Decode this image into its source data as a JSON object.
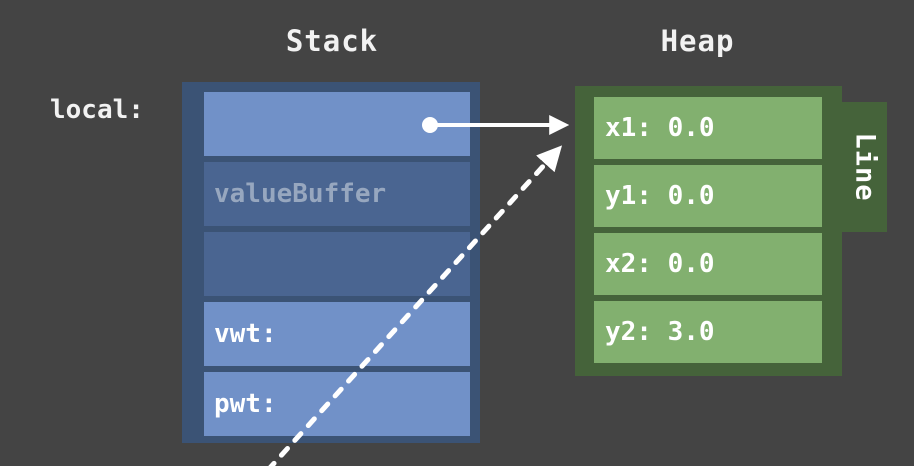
{
  "background_color": "#444444",
  "stack": {
    "title": "Stack",
    "label": "local:",
    "border_color": "#3b5375",
    "slot_active_color": "#7191c8",
    "slot_inactive_color": "#4a6591",
    "rows": [
      {
        "label": "",
        "state": "active"
      },
      {
        "label": "valueBuffer",
        "state": "inactive"
      },
      {
        "label": "",
        "state": "inactive"
      },
      {
        "label": "vwt:",
        "state": "active"
      },
      {
        "label": "pwt:",
        "state": "active"
      }
    ]
  },
  "heap": {
    "title": "Heap",
    "border_color": "#45633a",
    "slot_color": "#82b06f",
    "object_label": "Line",
    "rows": [
      {
        "label": "x1: 0.0"
      },
      {
        "label": "y1: 0.0"
      },
      {
        "label": "x2: 0.0"
      },
      {
        "label": "y2: 3.0"
      }
    ]
  },
  "arrows": [
    {
      "name": "stack-to-heap-reference",
      "style": "solid",
      "color": "#ffffff",
      "has_source_dot": true,
      "has_arrowhead": true
    },
    {
      "name": "external-dashed-reference",
      "style": "dashed",
      "color": "#ffffff",
      "has_source_dot": false,
      "has_arrowhead": true
    }
  ]
}
